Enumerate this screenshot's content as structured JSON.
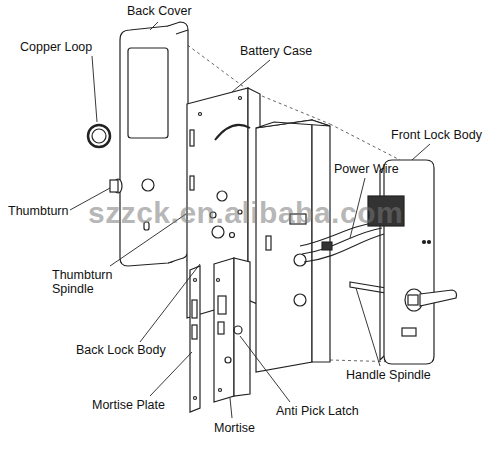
{
  "diagram": {
    "labels": [
      "Back Cover",
      "Copper Loop",
      "Battery Case",
      "Front Lock Body",
      "Power Wire",
      "Thumbturn",
      "Thumbturn Spindle",
      "Back Lock Body",
      "Mortise Plate",
      "Mortise",
      "Anti Pick Latch",
      "Handle Spindle",
      "szzck.en.alibaba.com"
    ]
  }
}
